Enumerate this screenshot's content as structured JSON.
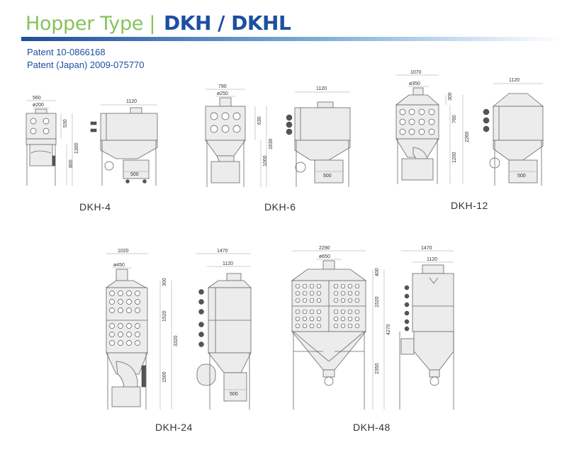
{
  "header": {
    "title_light": "Hopper Type |",
    "title_bold": "DKH / DKHL"
  },
  "patents": [
    "Patent 10-0866168",
    "Patent (Japan) 2009-075770"
  ],
  "models": {
    "dkh4": {
      "label": "DKH-4",
      "dims": {
        "front_width": "560",
        "inlet": "ø200",
        "side_width": "1120",
        "upper_height": "530",
        "total_height": "1300",
        "leg_height": "800",
        "bin_width": "500"
      }
    },
    "dkh6": {
      "label": "DKH-6",
      "dims": {
        "front_width": "790",
        "inlet": "ø250",
        "side_width": "1120",
        "upper_height": "630",
        "total_height": "1630",
        "leg_height": "1000",
        "bin_width": "500"
      }
    },
    "dkh12": {
      "label": "DKH-12",
      "dims": {
        "front_width": "1070",
        "inlet": "ø350",
        "side_width": "1120",
        "top_height": "300",
        "mid_height": "760",
        "total_height": "2260",
        "leg_height": "1200",
        "bin_width": "500"
      }
    },
    "dkh24": {
      "label": "DKH-24",
      "dims": {
        "front_width": "1020",
        "inlet": "ø450",
        "side_width_outer": "1470",
        "side_width_inner": "1120",
        "top_height": "300",
        "mid_height": "1520",
        "total_height": "3320",
        "leg_height": "1500",
        "bin_width": "500"
      }
    },
    "dkh48": {
      "label": "DKH-48",
      "dims": {
        "front_width": "2290",
        "inlet": "ø650",
        "side_width_outer": "1470",
        "side_width_inner": "1120",
        "top_height": "400",
        "mid_height": "1520",
        "total_height": "4270",
        "leg_height": "2350"
      }
    }
  }
}
